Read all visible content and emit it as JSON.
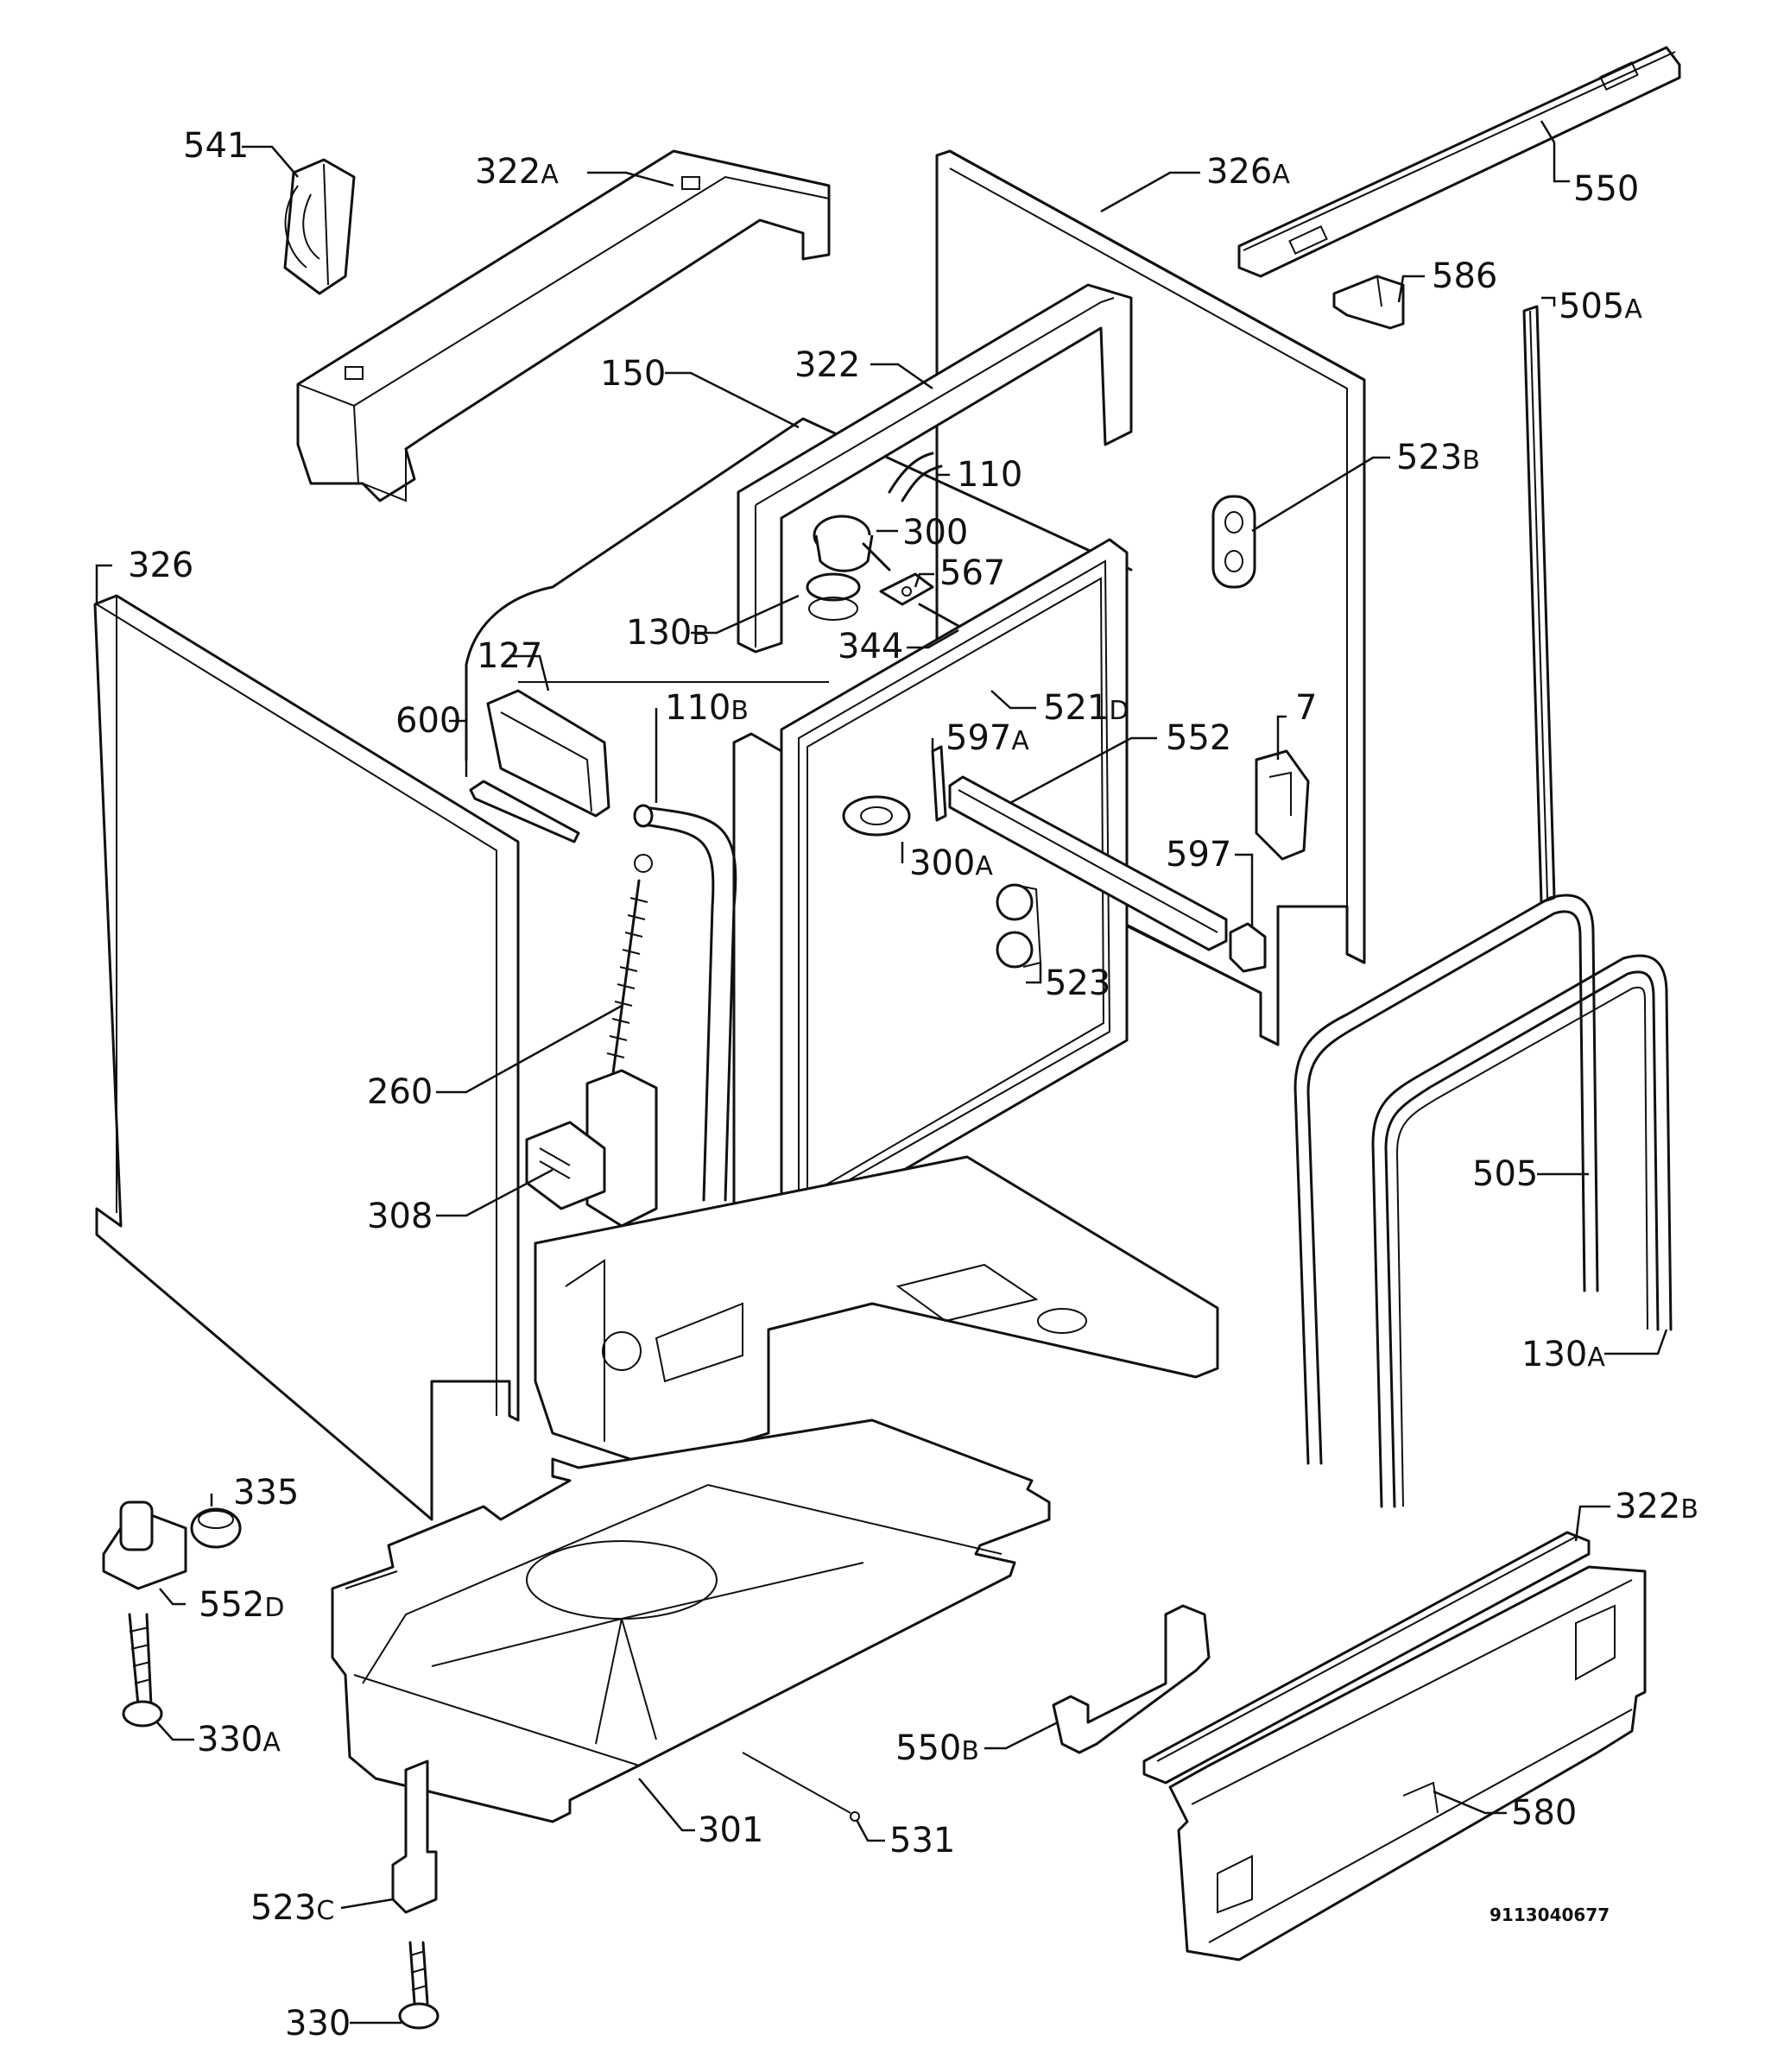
{
  "diagram": {
    "doc_code": "9113040677",
    "labels": [
      {
        "id": "541",
        "num": "541",
        "sfx": ""
      },
      {
        "id": "322A",
        "num": "322",
        "sfx": "A"
      },
      {
        "id": "326A",
        "num": "326",
        "sfx": "A"
      },
      {
        "id": "550",
        "num": "550",
        "sfx": ""
      },
      {
        "id": "586",
        "num": "586",
        "sfx": ""
      },
      {
        "id": "505A",
        "num": "505",
        "sfx": "A"
      },
      {
        "id": "150",
        "num": "150",
        "sfx": ""
      },
      {
        "id": "322",
        "num": "322",
        "sfx": ""
      },
      {
        "id": "110",
        "num": "110",
        "sfx": ""
      },
      {
        "id": "523B",
        "num": "523",
        "sfx": "B"
      },
      {
        "id": "300",
        "num": "300",
        "sfx": ""
      },
      {
        "id": "326",
        "num": "326",
        "sfx": ""
      },
      {
        "id": "567",
        "num": "567",
        "sfx": ""
      },
      {
        "id": "130B",
        "num": "130",
        "sfx": "B"
      },
      {
        "id": "344",
        "num": "344",
        "sfx": ""
      },
      {
        "id": "127",
        "num": "127",
        "sfx": ""
      },
      {
        "id": "521D",
        "num": "521",
        "sfx": "D"
      },
      {
        "id": "600",
        "num": "600",
        "sfx": ""
      },
      {
        "id": "110B",
        "num": "110",
        "sfx": "B"
      },
      {
        "id": "597A",
        "num": "597",
        "sfx": "A"
      },
      {
        "id": "552",
        "num": "552",
        "sfx": ""
      },
      {
        "id": "7",
        "num": "7",
        "sfx": ""
      },
      {
        "id": "597",
        "num": "597",
        "sfx": ""
      },
      {
        "id": "300A",
        "num": "300",
        "sfx": "A"
      },
      {
        "id": "523",
        "num": "523",
        "sfx": ""
      },
      {
        "id": "260",
        "num": "260",
        "sfx": ""
      },
      {
        "id": "505",
        "num": "505",
        "sfx": ""
      },
      {
        "id": "308",
        "num": "308",
        "sfx": ""
      },
      {
        "id": "130A",
        "num": "130",
        "sfx": "A"
      },
      {
        "id": "335",
        "num": "335",
        "sfx": ""
      },
      {
        "id": "322B",
        "num": "322",
        "sfx": "B"
      },
      {
        "id": "552D",
        "num": "552",
        "sfx": "D"
      },
      {
        "id": "330A",
        "num": "330",
        "sfx": "A"
      },
      {
        "id": "550B",
        "num": "550",
        "sfx": "B"
      },
      {
        "id": "580",
        "num": "580",
        "sfx": ""
      },
      {
        "id": "301",
        "num": "301",
        "sfx": ""
      },
      {
        "id": "531",
        "num": "531",
        "sfx": ""
      },
      {
        "id": "523C",
        "num": "523",
        "sfx": "C"
      },
      {
        "id": "330",
        "num": "330",
        "sfx": ""
      }
    ]
  }
}
